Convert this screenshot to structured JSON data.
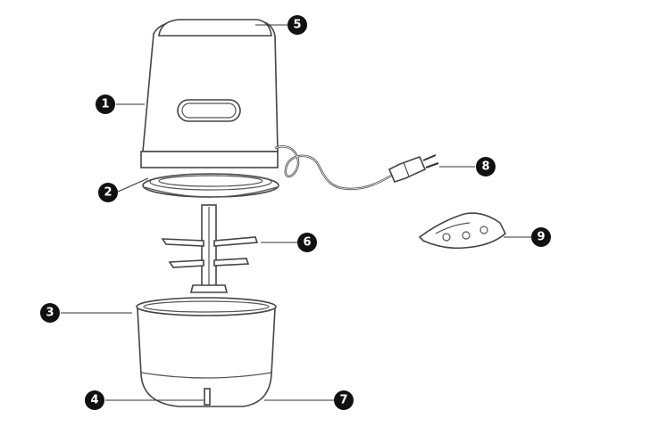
{
  "callouts": {
    "c1": "1",
    "c2": "2",
    "c3": "3",
    "c4": "4",
    "c5": "5",
    "c6": "6",
    "c7": "7",
    "c8": "8",
    "c9": "9"
  },
  "colors": {
    "line": "#444444",
    "badge": "#111111",
    "background": "#ffffff"
  }
}
